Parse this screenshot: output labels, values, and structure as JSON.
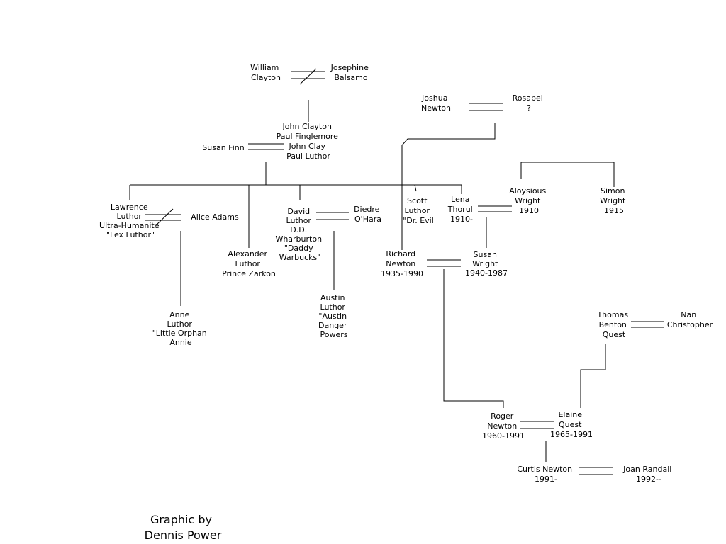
{
  "people": {
    "william": [
      "William",
      "Clayton"
    ],
    "josephine": [
      "Josephine",
      "Balsamo"
    ],
    "joshua": [
      "Joshua",
      "Newton"
    ],
    "rosabel": [
      "Rosabel",
      "?"
    ],
    "john": [
      "John Clayton",
      "Paul Finglemore",
      "John Clay",
      "Paul Luthor"
    ],
    "susan_finn": [
      "Susan Finn"
    ],
    "aloysious": [
      "Aloysious",
      "Wright",
      "1910"
    ],
    "simon": [
      "Simon",
      "Wright",
      "1915"
    ],
    "lawrence": [
      "Lawrence",
      "Luthor",
      "Ultra-Humanite",
      "\"Lex Luthor\""
    ],
    "alice": [
      "Alice Adams"
    ],
    "david": [
      "David",
      "Luthor",
      "D.D.",
      "Wharburton",
      "\"Daddy",
      "Warbucks\""
    ],
    "diedre": [
      "Diedre",
      "O'Hara"
    ],
    "scott": [
      "Scott",
      "Luthor",
      "\"Dr. Evil"
    ],
    "lena": [
      "Lena",
      "Thorul",
      "1910-"
    ],
    "alexander": [
      "Alexander",
      "Luthor",
      "Prince Zarkon"
    ],
    "richard": [
      "Richard",
      "Newton",
      "1935-1990"
    ],
    "susan_wright": [
      "Susan",
      "Wright",
      "1940-1987"
    ],
    "austin": [
      "Austin",
      "Luthor",
      "\"Austin",
      "Danger",
      "Powers"
    ],
    "anne": [
      "Anne",
      "Luthor",
      "\"Little Orphan",
      "Annie"
    ],
    "thomas": [
      "Thomas",
      "Benton",
      "Quest"
    ],
    "nan": [
      "Nan",
      "Christopher"
    ],
    "roger": [
      "Roger",
      "Newton",
      "1960-1991"
    ],
    "elaine": [
      "Elaine",
      "Quest",
      "1965-1991"
    ],
    "curtis": [
      "Curtis Newton",
      "1991-"
    ],
    "joan": [
      "Joan Randall",
      "1992--"
    ]
  },
  "credit": [
    "Graphic by",
    "Dennis Power"
  ]
}
